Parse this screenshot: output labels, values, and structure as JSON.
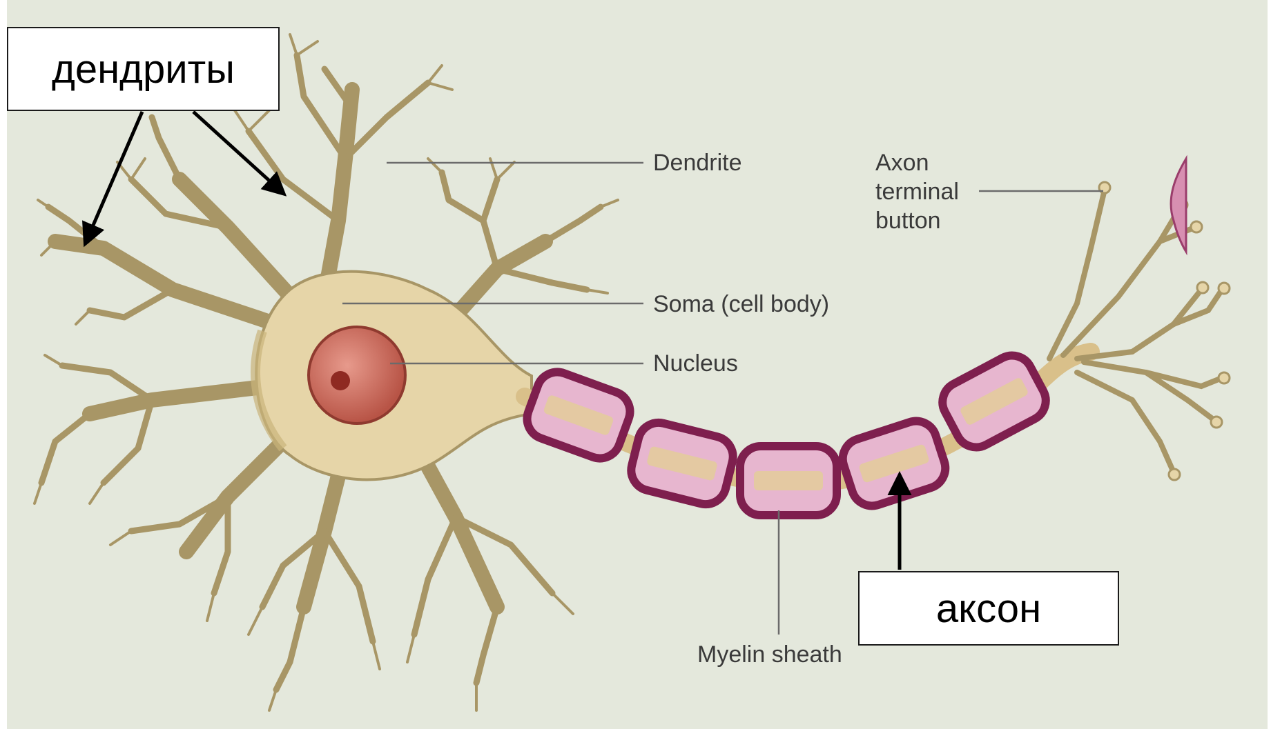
{
  "callouts": {
    "dendrites": "дендриты",
    "axon": "аксон"
  },
  "labels": {
    "dendrite": "Dendrite",
    "axon_terminal": "Axon\nterminal\nbutton",
    "soma": "Soma (cell body)",
    "nucleus": "Nucleus",
    "myelin": "Myelin sheath"
  },
  "colors": {
    "background": "#e4e8dc",
    "cell_body": "#e6d5a8",
    "cell_outline": "#a89666",
    "nucleus": "#c9685a",
    "myelin_outer": "#7e1f4e",
    "myelin_inner": "#e7b6cf",
    "leader_line": "#6b6b6b"
  }
}
